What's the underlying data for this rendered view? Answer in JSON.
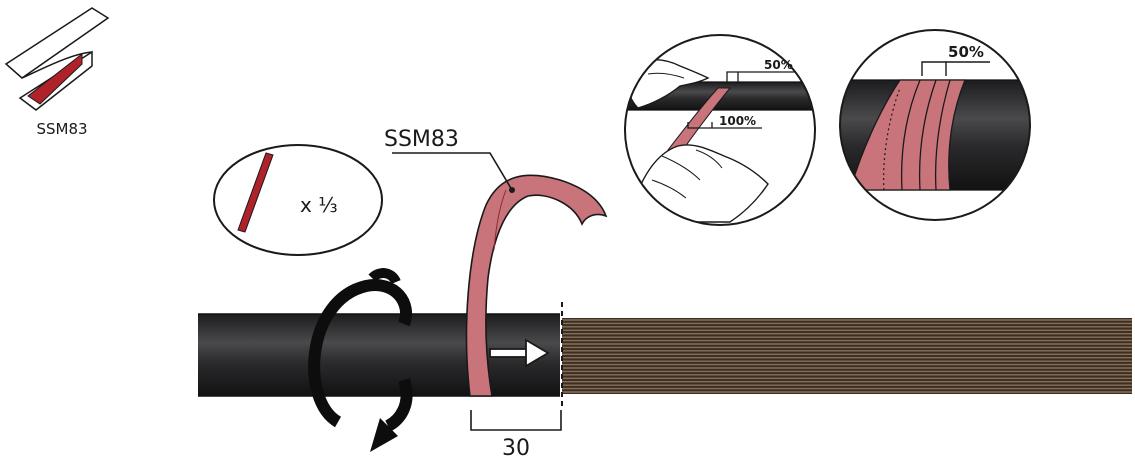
{
  "product_label_small": "SSM83",
  "product_label_main": "SSM83",
  "cut_fraction": "x ⅓",
  "dimension": "30",
  "inset_hands": {
    "overlap_top": "50%",
    "overlap_bottom": "100%"
  },
  "inset_wrap": {
    "overlap": "50%"
  },
  "colors": {
    "tape": "#b0222a",
    "tape_light": "#c9747b",
    "cable": "#2b2b2d",
    "wires": "#8a6f55"
  }
}
